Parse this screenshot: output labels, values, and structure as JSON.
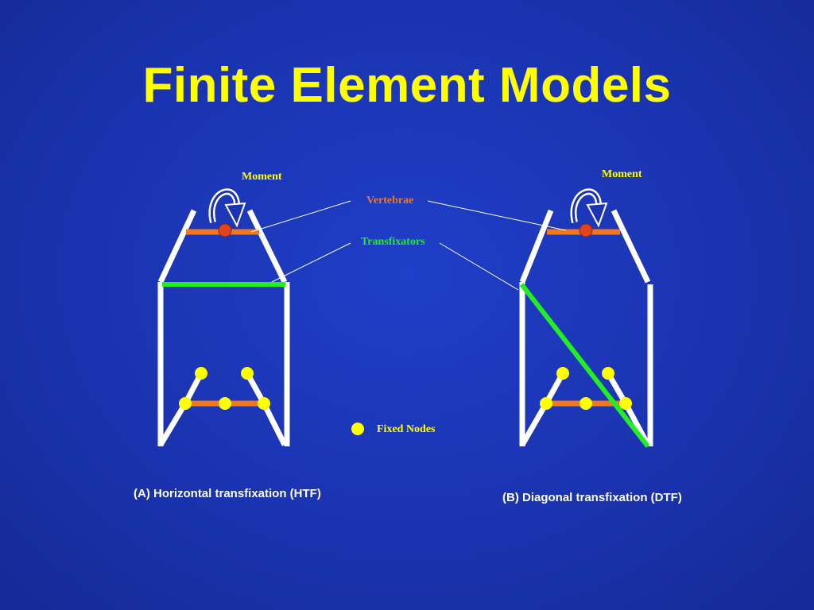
{
  "title": "Finite Element Models",
  "labels": {
    "moment_left": "Moment",
    "moment_right": "Moment",
    "vertebrae": "Vertebrae",
    "transfixators": "Transfixators",
    "fixed_nodes": "Fixed Nodes"
  },
  "captions": {
    "a": "(A) Horizontal transfixation (HTF)",
    "b": "(B) Diagonal transfixation (DTF)"
  },
  "colors": {
    "background": "#1a33b0",
    "title": "#ffff00",
    "frame": "#ffffff",
    "vertebra_bar": "#f07820",
    "vertebra_node": "#e0441c",
    "transfixator": "#22ee22",
    "fixed_node": "#ffff00",
    "moment_label": "#ffff00",
    "vertebrae_label": "#f07820",
    "transfixators_label": "#22ee22"
  }
}
